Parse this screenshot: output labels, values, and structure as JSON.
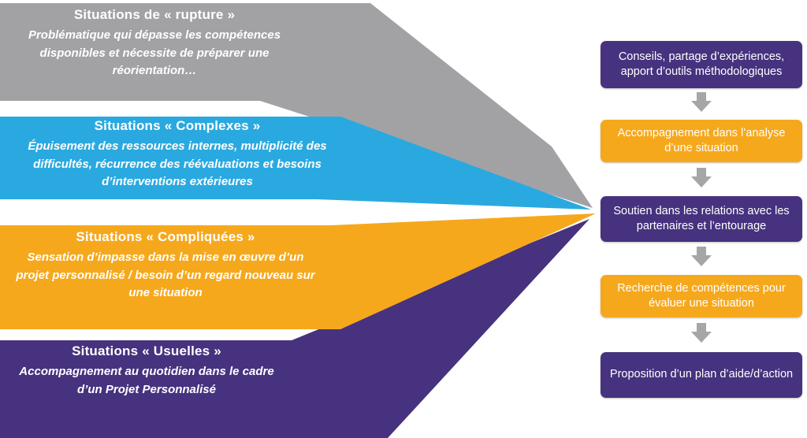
{
  "diagram": {
    "bands": [
      {
        "title": "Situations de « rupture »",
        "body": "Problématique qui dépasse les compétences disponibles et nécessite de préparer une réorientation…",
        "color": "#a2a2a5"
      },
      {
        "title": "Situations « Complexes »",
        "body": "Épuisement des ressources internes, multiplicité des difficultés, récurrence des réévaluations et besoins d’interventions extérieures",
        "color": "#2aa9e0"
      },
      {
        "title": "Situations « Compliquées »",
        "body": "Sensation d’impasse dans la mise en œuvre d’un projet personnalisé / besoin d’un regard nouveau sur une situation",
        "color": "#f6a81c"
      },
      {
        "title": "Situations « Usuelles »",
        "body": "Accompagnement au quotidien dans le cadre d’un Projet Personnalisé",
        "color": "#46327e"
      }
    ],
    "steps": [
      {
        "label": "Conseils, partage d’expériences, apport d’outils méthodologiques",
        "color": "#46327e"
      },
      {
        "label": "Accompagnement dans l’analyse d’une situation",
        "color": "#f6a81c"
      },
      {
        "label": "Soutien dans les relations avec les partenaires et l’entourage",
        "color": "#46327e"
      },
      {
        "label": "Recherche de compétences pour évaluer une situation",
        "color": "#f6a81c"
      },
      {
        "label": "Proposition d’un plan d’aide/d’action",
        "color": "#46327e"
      }
    ],
    "connector_color": "#a6a6a8"
  }
}
